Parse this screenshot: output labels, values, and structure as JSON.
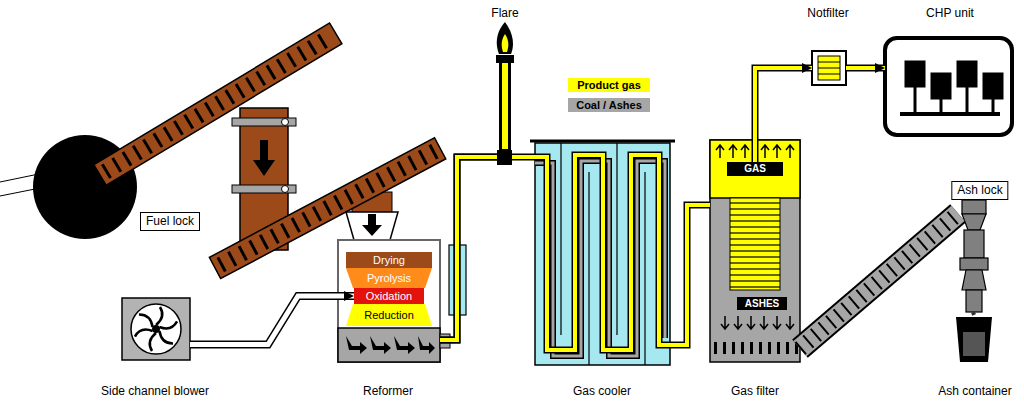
{
  "diagram": {
    "nodes": [
      {
        "text": [
          "Fuel lock"
        ]
      },
      {
        "text": [
          "Side channel blower"
        ]
      },
      {
        "text": [
          "Reformer"
        ]
      },
      {
        "text": [
          "Drying"
        ],
        "in": 2
      },
      {
        "text": [
          "Pyrolysis"
        ],
        "in": 2
      },
      {
        "text": [
          "Oxidation"
        ],
        "in": 2
      },
      {
        "text": [
          "Reduction"
        ],
        "in": 2
      },
      {
        "text": [
          "Flare"
        ]
      },
      {
        "text": [
          "Gas cooler"
        ]
      },
      {
        "text": [
          "Gas filter"
        ]
      },
      {
        "text": [
          "GAS"
        ],
        "in": 9
      },
      {
        "text": [
          "ASHES"
        ],
        "in": 9
      },
      {
        "text": [
          "Notfilter"
        ]
      },
      {
        "text": [
          "CHP unit"
        ]
      },
      {
        "text": [
          "Ash lock"
        ]
      },
      {
        "text": [
          "Ash container"
        ]
      }
    ],
    "edges": [
      {
        "from": 1,
        "to": 5,
        "arrow": "to"
      },
      {
        "from": 2,
        "to": 7,
        "arrow": "none"
      },
      {
        "from": 2,
        "to": 8,
        "arrow": "none"
      },
      {
        "from": 8,
        "to": 9,
        "arrow": "none"
      },
      {
        "from": 10,
        "to": 12,
        "arrow": "to"
      },
      {
        "from": 12,
        "to": 13,
        "arrow": "to"
      },
      {
        "from": 9,
        "to": 14,
        "arrow": "none"
      },
      {
        "from": 14,
        "to": 15,
        "arrow": "none"
      }
    ],
    "legend": [
      {
        "text": "Product gas",
        "color": "#ffff00"
      },
      {
        "text": "Coal / Ashes",
        "color": "#a6a6a6"
      }
    ]
  }
}
